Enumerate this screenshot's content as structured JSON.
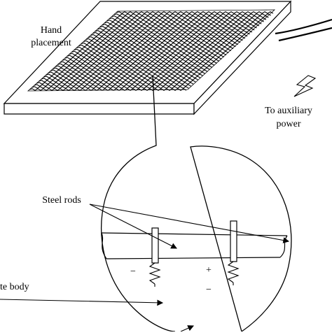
{
  "labels": {
    "hand_placement_line1": "Hand",
    "hand_placement_line2": "placement",
    "auxiliary_line1": "To auxiliary",
    "auxiliary_line2": "power",
    "steel_rods": "Steel rods",
    "body_partial": "te body",
    "minus_left": "−",
    "plus_right": "+",
    "minus_right": "−"
  },
  "icons": {
    "power_symbol": "lightning-bolt"
  },
  "colors": {
    "ink": "#000000",
    "background": "#ffffff"
  }
}
